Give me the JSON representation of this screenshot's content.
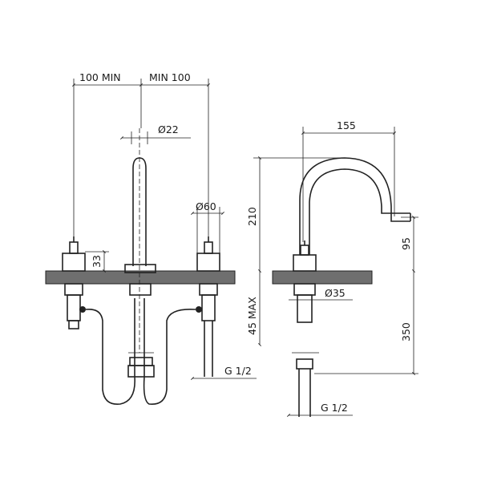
{
  "front_view": {
    "dim_left_spacing": "100 MIN",
    "dim_right_spacing": "MIN 100",
    "dim_spout_diameter": "Ø22",
    "dim_handle_diameter": "Ø60",
    "dim_handle_height": "33",
    "dim_supply": "G 1/2"
  },
  "side_view": {
    "dim_reach": "155",
    "dim_total_height": "210",
    "dim_spout_height": "95",
    "dim_deck_thickness": "45 MAX",
    "dim_body_diameter": "Ø35",
    "dim_hose_length": "350",
    "dim_supply": "G 1/2"
  }
}
